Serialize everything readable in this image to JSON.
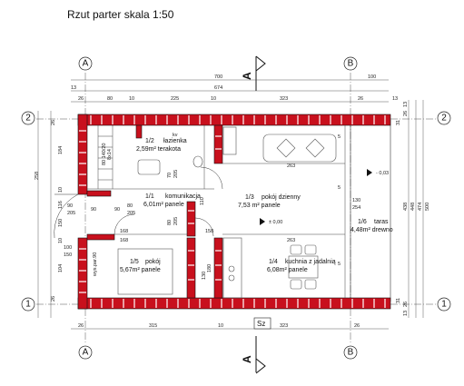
{
  "title": "Rzut parter skala 1:50",
  "axes": {
    "A_top": "A",
    "B_top": "B",
    "A_bottom": "A",
    "B_bottom": "B",
    "r2_left": "2",
    "r2_right": "2",
    "r1_left": "1",
    "r1_right": "1"
  },
  "section_letters": {
    "top": "A",
    "bottom": "A"
  },
  "rooms": [
    {
      "number": "1/2",
      "name": "łazienka",
      "area": "2,59m² terakota"
    },
    {
      "number": "1/1",
      "name": "komunikacja",
      "area": "6,01m² panele"
    },
    {
      "number": "1/3",
      "name": "pokój dzienny",
      "area": "7,53 m² panele"
    },
    {
      "number": "1/4",
      "name": "kuchnia z jadalnią",
      "area": "6,08m² panele"
    },
    {
      "number": "1/5",
      "name": "pokój",
      "area": "5,67m² panele"
    },
    {
      "number": "1/6",
      "name": "taras",
      "area": "4,48m² drewno"
    }
  ],
  "levels": {
    "main": "± 0,00",
    "terrace": "- 0,03"
  },
  "north": "Sz",
  "dims_top": {
    "total": "700",
    "right": "100",
    "left_small": "13",
    "inner": "674",
    "row": [
      "26",
      "80",
      "10",
      "225",
      "10",
      "323",
      "26",
      "13"
    ]
  },
  "dims_bottom": [
    "26",
    "315",
    "10",
    "323",
    "26"
  ],
  "dims_right": [
    "26",
    "13",
    "31",
    "438",
    "448",
    "474",
    "500",
    "31",
    "13",
    "26",
    "254",
    "130"
  ],
  "dims_left": [
    "26",
    "184",
    "258",
    "10",
    "116",
    "150",
    "10",
    "104",
    "26"
  ],
  "door_labels": [
    "90",
    "205",
    "80",
    "205",
    "70",
    "205",
    "80",
    "205",
    "100",
    "150",
    "90",
    "90"
  ],
  "misc_labels": [
    "kv",
    "168",
    "158",
    "263",
    "168",
    "263",
    "110",
    "180",
    "130",
    "5",
    "5",
    "5",
    "wys.par.90",
    "80 140/20",
    "8x14"
  ]
}
